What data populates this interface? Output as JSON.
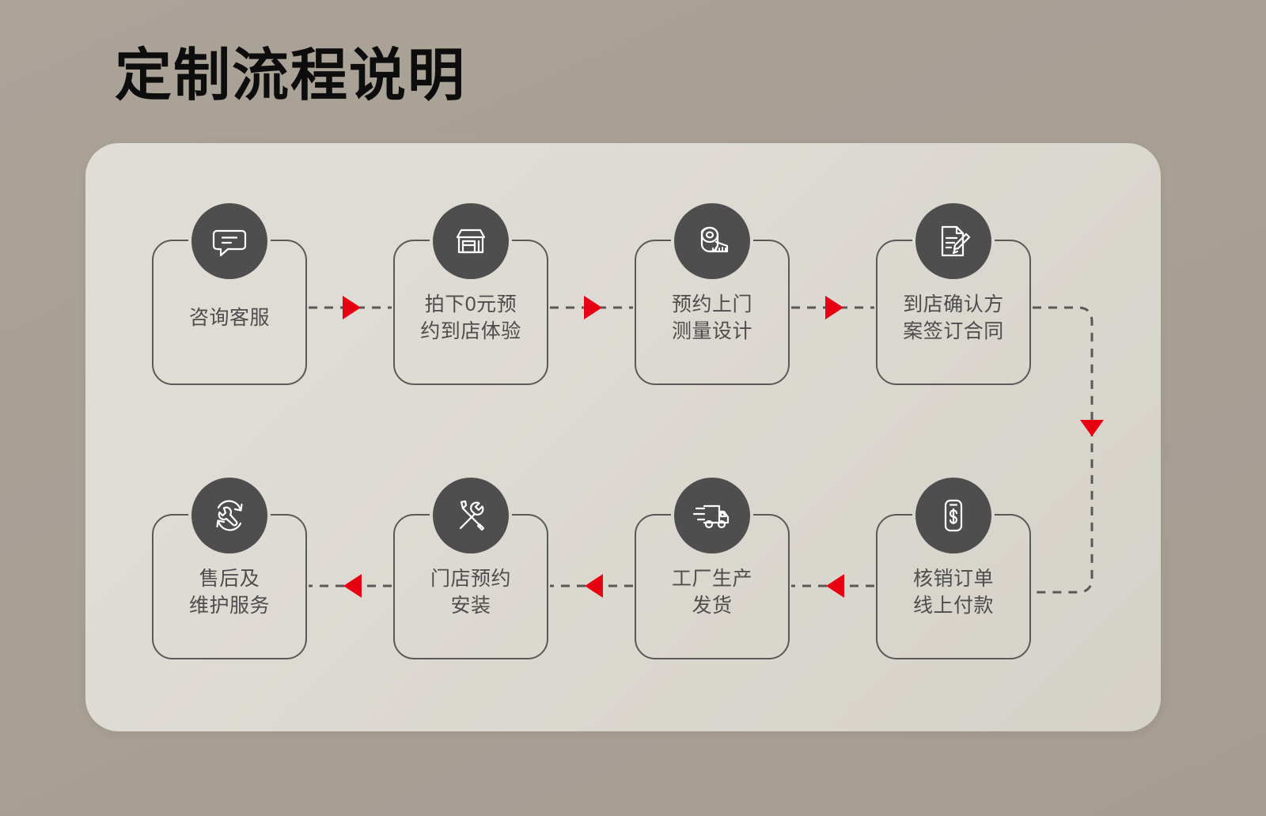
{
  "page": {
    "title": "定制流程说明",
    "background_color": "#a9a196",
    "panel_color": "#dedbd4",
    "accent_color": "#e60012",
    "badge_color": "#4e4e4e",
    "card_border_color": "#59595a",
    "text_color": "#4d4d4d"
  },
  "flow": {
    "row1_direction": "left-to-right",
    "row2_direction": "right-to-left",
    "steps": [
      {
        "index": 1,
        "label": "咨询客服",
        "icon": "chat-bubble-icon",
        "row": 1,
        "col": 1
      },
      {
        "index": 2,
        "label": "拍下0元预\n约到店体验",
        "icon": "storefront-icon",
        "row": 1,
        "col": 2
      },
      {
        "index": 3,
        "label": "预约上门\n测量设计",
        "icon": "measuring-tape-icon",
        "row": 1,
        "col": 3
      },
      {
        "index": 4,
        "label": "到店确认方\n案签订合同",
        "icon": "contract-sign-icon",
        "row": 1,
        "col": 4
      },
      {
        "index": 5,
        "label": "核销订单\n线上付款",
        "icon": "mobile-payment-icon",
        "row": 2,
        "col": 4
      },
      {
        "index": 6,
        "label": "工厂生产\n发货",
        "icon": "delivery-truck-icon",
        "row": 2,
        "col": 3
      },
      {
        "index": 7,
        "label": "门店预约\n安装",
        "icon": "tools-install-icon",
        "row": 2,
        "col": 2
      },
      {
        "index": 8,
        "label": "售后及\n维护服务",
        "icon": "after-sales-icon",
        "row": 2,
        "col": 1
      }
    ],
    "connectors": [
      {
        "name": "arrow-step1-to-step2",
        "direction": "right"
      },
      {
        "name": "arrow-step2-to-step3",
        "direction": "right"
      },
      {
        "name": "arrow-step3-to-step4",
        "direction": "right"
      },
      {
        "name": "arrow-step4-to-step5",
        "direction": "down"
      },
      {
        "name": "arrow-step5-to-step6",
        "direction": "left"
      },
      {
        "name": "arrow-step6-to-step7",
        "direction": "left"
      },
      {
        "name": "arrow-step7-to-step8",
        "direction": "left"
      }
    ]
  }
}
